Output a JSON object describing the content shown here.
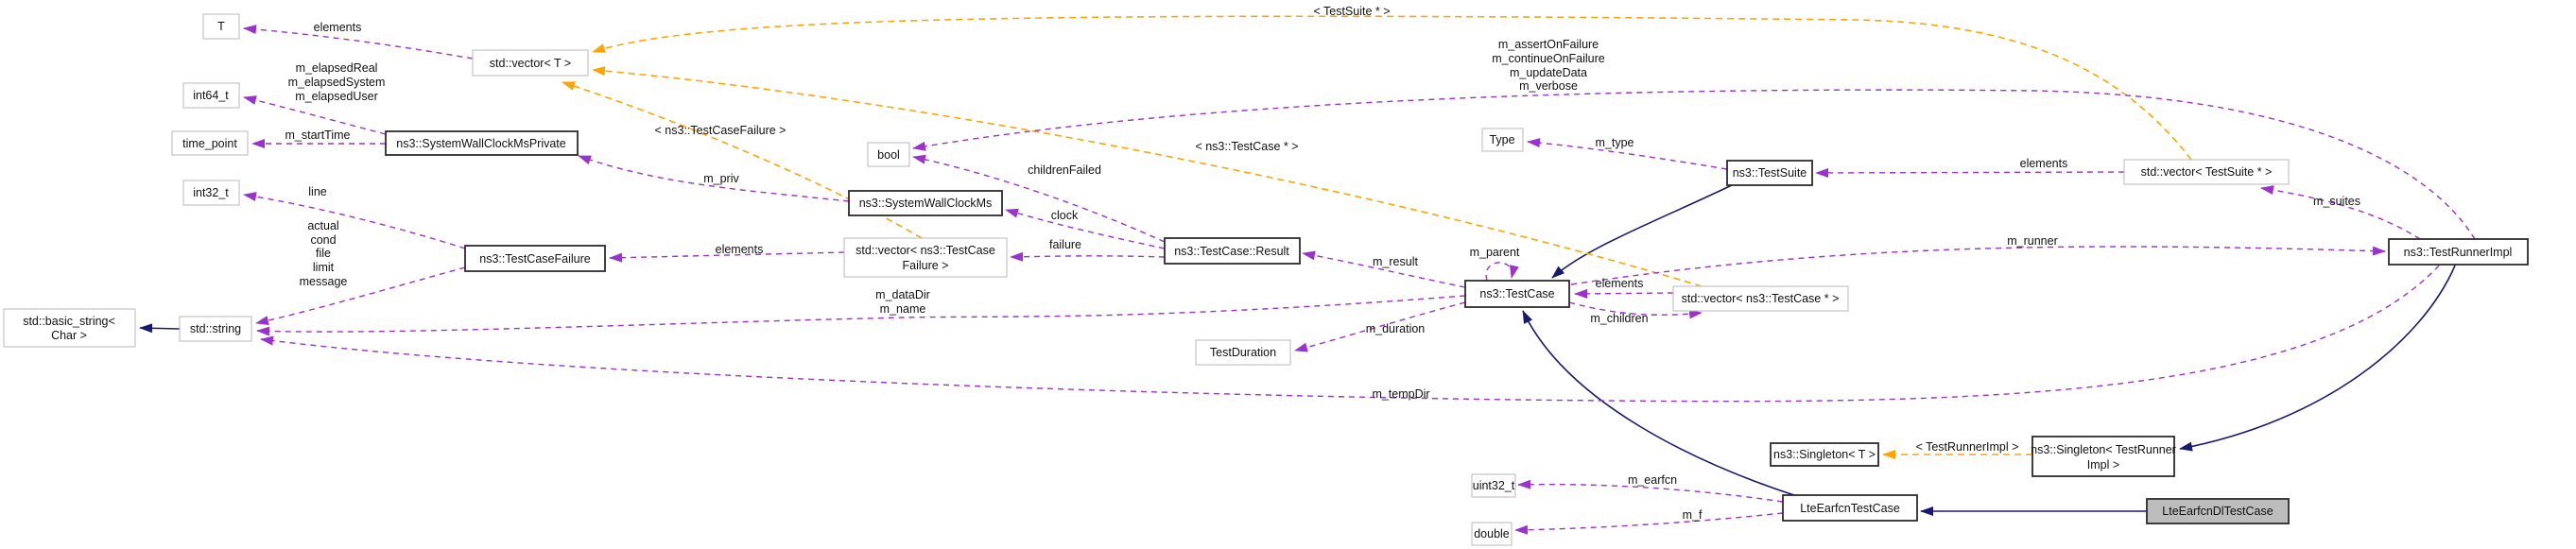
{
  "diagram": {
    "kind": "doxygen-collaboration-graph",
    "focus_class": "LteEarfcnDlTestCase"
  },
  "colors": {
    "inheritance_edge": "#191970",
    "usage_edge": "#9a32cd",
    "template_edge": "#ffa500",
    "node_border": "#bfbfbf",
    "emphasis_border": "#2b2b2b",
    "selected_fill": "#bdbdbd",
    "background": "#ffffff",
    "text": "#111111"
  },
  "nodes": {
    "t": {
      "label": "T"
    },
    "vector_t": {
      "label": "std::vector< T >"
    },
    "int64_t": {
      "label": "int64_t"
    },
    "time_point": {
      "label": "time_point"
    },
    "swcm_private": {
      "label": "ns3::SystemWallClockMsPrivate"
    },
    "int32_t": {
      "label": "int32_t"
    },
    "testcasefailure": {
      "label": "ns3::TestCaseFailure"
    },
    "std_string": {
      "label": "std::string"
    },
    "basic_string": {
      "lines": [
        "std::basic_string<",
        "Char >"
      ]
    },
    "swcm": {
      "label": "ns3::SystemWallClockMs"
    },
    "vector_tcf": {
      "lines": [
        "std::vector< ns3::TestCase",
        "Failure >"
      ]
    },
    "result": {
      "label": "ns3::TestCase::Result"
    },
    "bool": {
      "label": "bool"
    },
    "type": {
      "label": "Type"
    },
    "testsuite": {
      "label": "ns3::TestSuite"
    },
    "vector_testsuite": {
      "label": "std::vector< TestSuite * >"
    },
    "testrunnerimpl": {
      "label": "ns3::TestRunnerImpl"
    },
    "testcase": {
      "label": "ns3::TestCase"
    },
    "vector_testcase": {
      "label": "std::vector< ns3::TestCase * >"
    },
    "testduration": {
      "label": "TestDuration"
    },
    "singleton_t": {
      "label": "ns3::Singleton< T >"
    },
    "singleton_tri": {
      "lines": [
        "ns3::Singleton< TestRunner",
        "Impl >"
      ]
    },
    "uint32_t": {
      "label": "uint32_t"
    },
    "double": {
      "label": "double"
    },
    "lte_earfcn_testcase": {
      "label": "LteEarfcnTestCase"
    },
    "lte_earfcn_dl_testcase": {
      "label": "LteEarfcnDlTestCase"
    }
  },
  "labels": {
    "elements_t": "elements",
    "m_elapsed": [
      "m_elapsedReal",
      "m_elapsedSystem",
      "m_elapsedUser"
    ],
    "m_startTime": "m_startTime",
    "line": "line",
    "failure_members": [
      "actual",
      "cond",
      "file",
      "limit",
      "message"
    ],
    "m_priv": "m_priv",
    "tpl_testcasefailure": "< ns3::TestCaseFailure >",
    "elements_tcf": "elements",
    "childrenFailed": "childrenFailed",
    "clock": "clock",
    "failure": "failure",
    "m_result": "m_result",
    "m_parent": "m_parent",
    "elements_testcase": "elements",
    "m_children": "m_children",
    "m_data": [
      "m_dataDir",
      "m_name"
    ],
    "m_duration": "m_duration",
    "m_tempDir": "m_tempDir",
    "m_runner": "m_runner",
    "m_type": "m_type",
    "elements_testsuite": "elements",
    "m_suites": "m_suites",
    "tpl_testsuite": "< TestSuite * >",
    "tpl_testcase": "< ns3::TestCase * >",
    "runner_flags": [
      "m_assertOnFailure",
      "m_continueOnFailure",
      "m_updateData",
      "m_verbose"
    ],
    "tpl_testrunnerimpl": "< TestRunnerImpl >",
    "m_earfcn": "m_earfcn",
    "m_f": "m_f"
  }
}
